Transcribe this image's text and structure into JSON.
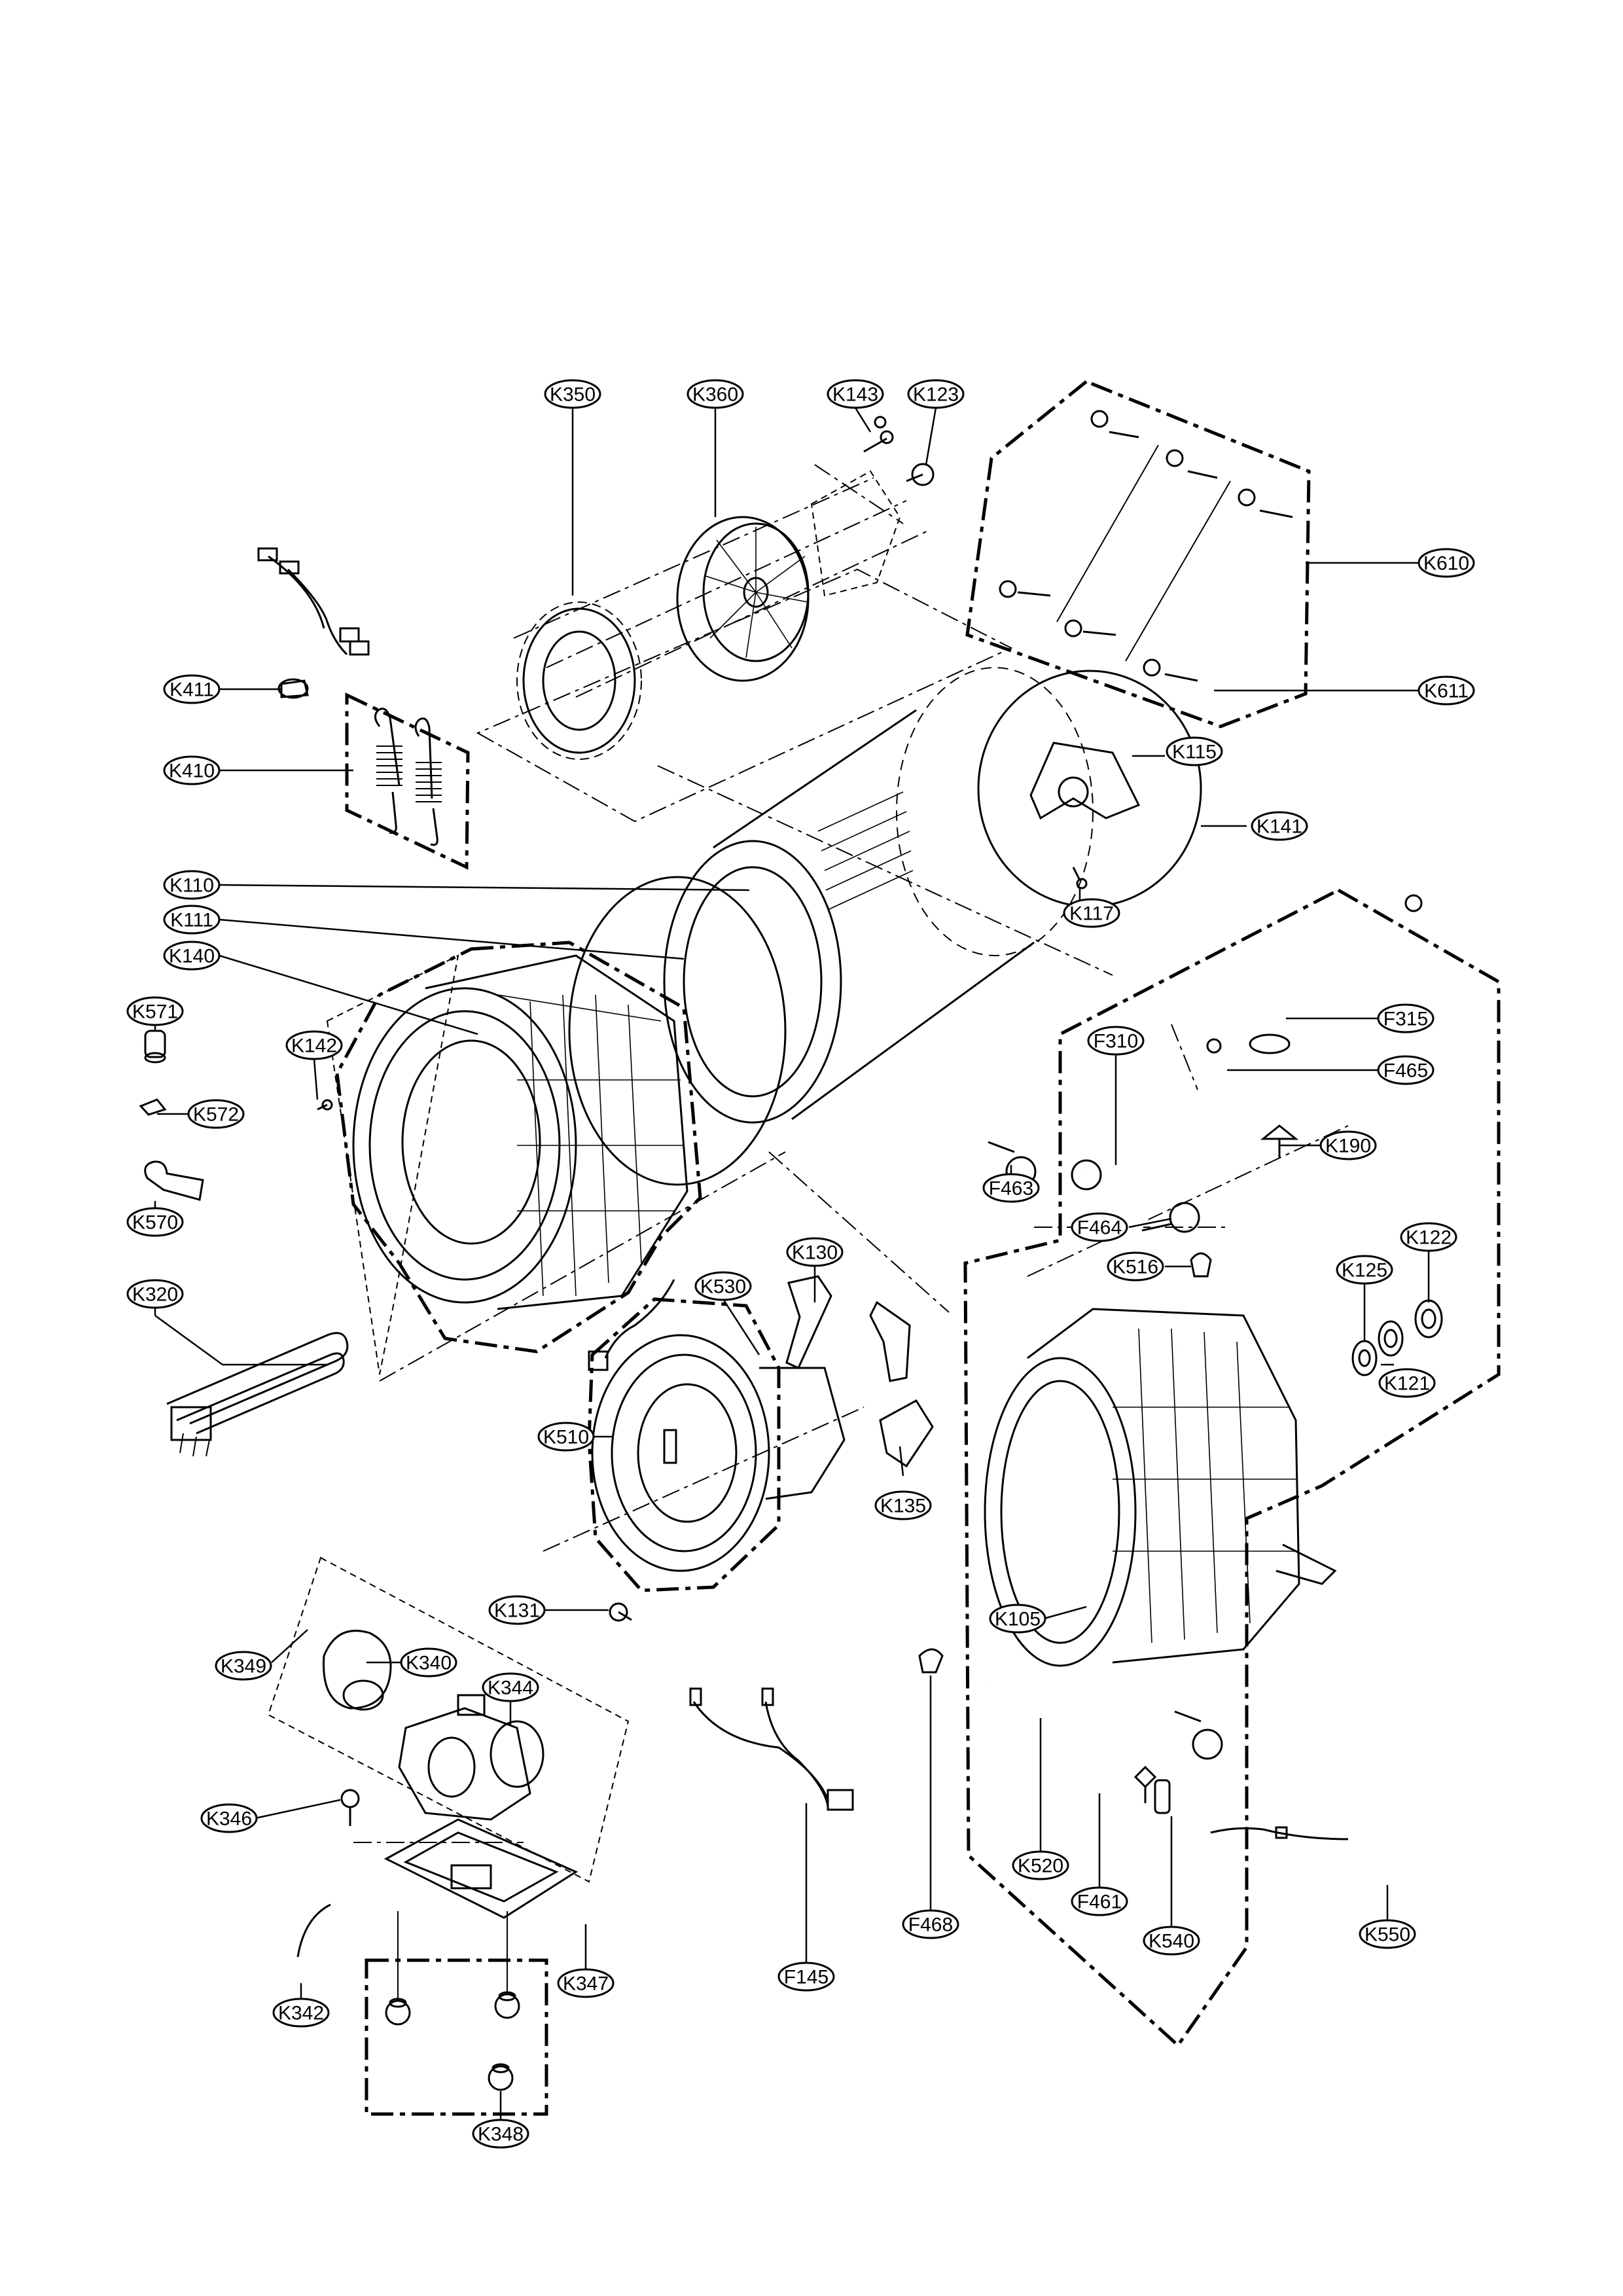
{
  "callouts": [
    {
      "id": "K350",
      "label": "K350"
    },
    {
      "id": "K360",
      "label": "K360"
    },
    {
      "id": "K143",
      "label": "K143"
    },
    {
      "id": "K123",
      "label": "K123"
    },
    {
      "id": "K610",
      "label": "K610"
    },
    {
      "id": "K611",
      "label": "K611"
    },
    {
      "id": "K411",
      "label": "K411"
    },
    {
      "id": "K410",
      "label": "K410"
    },
    {
      "id": "K115",
      "label": "K115"
    },
    {
      "id": "K141",
      "label": "K141"
    },
    {
      "id": "K110",
      "label": "K110"
    },
    {
      "id": "K111",
      "label": "K111"
    },
    {
      "id": "K117",
      "label": "K117"
    },
    {
      "id": "K140",
      "label": "K140"
    },
    {
      "id": "K571",
      "label": "K571"
    },
    {
      "id": "K142",
      "label": "K142"
    },
    {
      "id": "K572",
      "label": "K572"
    },
    {
      "id": "K570",
      "label": "K570"
    },
    {
      "id": "F315",
      "label": "F315"
    },
    {
      "id": "F310",
      "label": "F310"
    },
    {
      "id": "F465",
      "label": "F465"
    },
    {
      "id": "K190",
      "label": "K190"
    },
    {
      "id": "F463",
      "label": "F463"
    },
    {
      "id": "F464",
      "label": "F464"
    },
    {
      "id": "K516",
      "label": "K516"
    },
    {
      "id": "K130",
      "label": "K130"
    },
    {
      "id": "K125",
      "label": "K125"
    },
    {
      "id": "K122",
      "label": "K122"
    },
    {
      "id": "K320",
      "label": "K320"
    },
    {
      "id": "K530",
      "label": "K530"
    },
    {
      "id": "K121",
      "label": "K121"
    },
    {
      "id": "K510",
      "label": "K510"
    },
    {
      "id": "K135",
      "label": "K135"
    },
    {
      "id": "K131",
      "label": "K131"
    },
    {
      "id": "K105",
      "label": "K105"
    },
    {
      "id": "K349",
      "label": "K349"
    },
    {
      "id": "K340",
      "label": "K340"
    },
    {
      "id": "K344",
      "label": "K344"
    },
    {
      "id": "K346",
      "label": "K346"
    },
    {
      "id": "K520",
      "label": "K520"
    },
    {
      "id": "F461",
      "label": "F461"
    },
    {
      "id": "K540",
      "label": "K540"
    },
    {
      "id": "K550",
      "label": "K550"
    },
    {
      "id": "K347",
      "label": "K347"
    },
    {
      "id": "F145",
      "label": "F145"
    },
    {
      "id": "F468",
      "label": "F468"
    },
    {
      "id": "K342",
      "label": "K342"
    },
    {
      "id": "K348",
      "label": "K348"
    }
  ]
}
